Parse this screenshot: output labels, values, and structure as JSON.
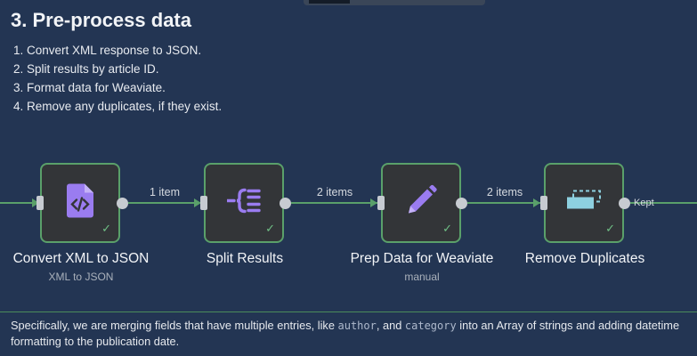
{
  "section": {
    "title": "3. Pre-process data",
    "steps": [
      "1. Convert XML response to JSON.",
      "2. Split results by article ID.",
      "3. Format data for Weaviate.",
      "4. Remove any duplicates, if they exist."
    ]
  },
  "nodes": [
    {
      "label": "Convert XML to JSON",
      "subtitle": "XML to JSON",
      "icon": "xml-file-icon",
      "status": "success-check-icon"
    },
    {
      "label": "Split Results",
      "subtitle": "",
      "icon": "split-out-icon",
      "status": "success-check-icon"
    },
    {
      "label": "Prep Data for Weaviate",
      "subtitle": "manual",
      "icon": "pencil-icon",
      "status": "success-check-icon"
    },
    {
      "label": "Remove Duplicates",
      "subtitle": "",
      "icon": "remove-duplicates-icon",
      "status": "success-check-icon"
    }
  ],
  "edges": [
    {
      "label": "1 item"
    },
    {
      "label": "2 items"
    },
    {
      "label": "2 items"
    },
    {
      "label": "Kept"
    }
  ],
  "footer": {
    "text_1": "Specifically, we are merging fields that have multiple entries, like ",
    "code_1": "author",
    "text_2": ", and ",
    "code_2": "category",
    "text_3": " into an Array of strings and adding datetime formatting to the publication date."
  },
  "colors": {
    "canvas": "#1b2638",
    "sticky_note": "#233553",
    "node_border": "#5aa06a",
    "connection": "#5aa06a",
    "icon_purple": "#9a7cf0",
    "icon_teal": "#8dd0e0"
  }
}
